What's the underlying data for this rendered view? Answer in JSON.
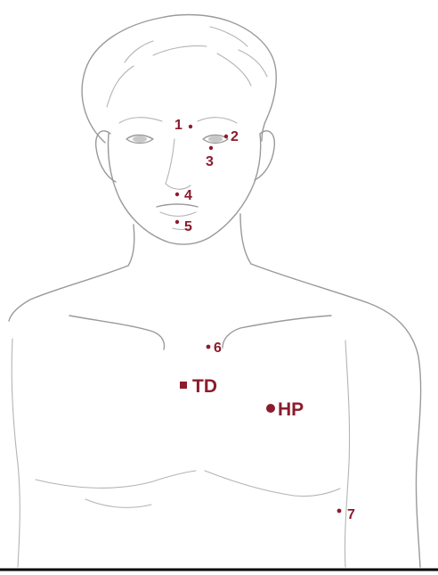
{
  "points": [
    {
      "id": "1",
      "label": "1"
    },
    {
      "id": "2",
      "label": "2"
    },
    {
      "id": "3",
      "label": "3"
    },
    {
      "id": "4",
      "label": "4"
    },
    {
      "id": "5",
      "label": "5"
    },
    {
      "id": "6",
      "label": "6"
    },
    {
      "id": "TD",
      "label": "TD"
    },
    {
      "id": "HP",
      "label": "HP"
    },
    {
      "id": "7",
      "label": "7"
    }
  ],
  "colors": {
    "marker": "#8b1c2c",
    "outline": "#9a9a9a",
    "baseline": "#000000"
  }
}
